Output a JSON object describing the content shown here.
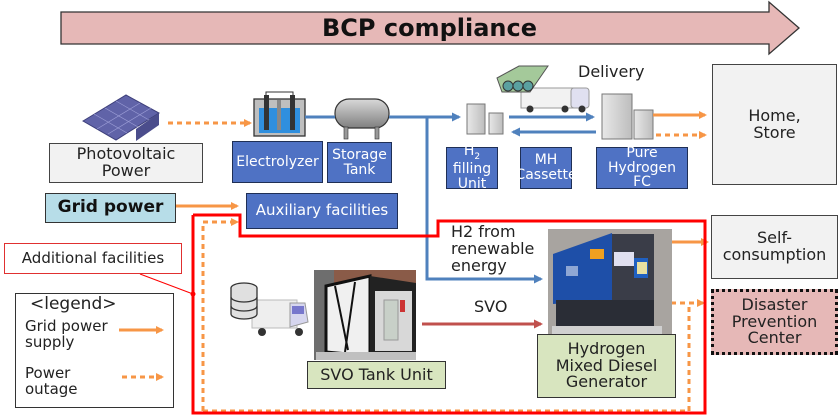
{
  "banner": {
    "title": "BCP compliance",
    "fill": "#e6b8b7"
  },
  "sources": {
    "photovoltaic": "Photovoltaic\nPower",
    "grid_power": "Grid power"
  },
  "hydrogen_chain": {
    "electrolyzer": "Electrolyzer",
    "storage_tank": "Storage\nTank",
    "h2_filling_unit": {
      "prefix": "H",
      "subscript": "2",
      "suffix": " filling\nUnit"
    },
    "mh_cassette": "MH\nCassette",
    "pure_hydrogen_fc": "Pure\nHydrogen FC",
    "delivery": "Delivery"
  },
  "auxiliary_facilities": "Auxiliary facilities",
  "consumers": {
    "home_store": "Home,\nStore",
    "self_consumption": "Self-\nconsumption",
    "disaster_center": "Disaster\nPrevention\nCenter"
  },
  "additional": {
    "label": "Additional facilities",
    "h2_from_renewable": "H2 from\nrenewable\nenergy",
    "svo": "SVO",
    "svo_tank_unit": "SVO Tank Unit",
    "generator": "Hydrogen\nMixed Diesel\nGenerator"
  },
  "legend": {
    "title": "<legend>",
    "items": [
      {
        "label": "Grid power\nsupply",
        "style": "solid"
      },
      {
        "label": "Power\noutage",
        "style": "dotted"
      }
    ]
  },
  "colors": {
    "grid_arrow": "#f79646",
    "hydrogen_pipe": "#4f81bd",
    "svo_arrow": "#c0504d",
    "boundary": "#ff0000",
    "box_blue": "#4f72c4"
  },
  "icons": [
    "solar-panel-icon",
    "electrolyzer-icon",
    "storage-tank-icon",
    "hydrogen-unit-icon",
    "cylinder-truck-icon",
    "fuel-cell-icon",
    "oil-truck-icon",
    "svo-tank-photo",
    "generator-photo"
  ]
}
